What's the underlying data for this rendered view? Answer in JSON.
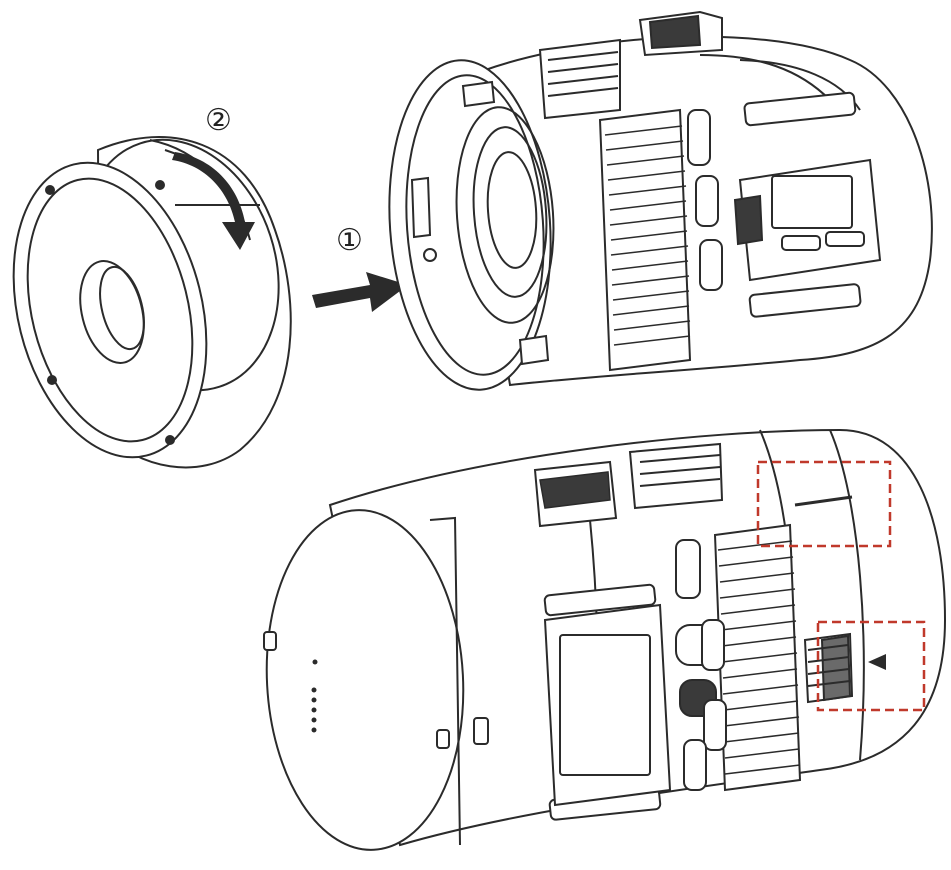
{
  "steps": [
    {
      "label": "①",
      "action": "push-in"
    },
    {
      "label": "②",
      "action": "rotate"
    }
  ],
  "colors": {
    "line": "#2b2b2b",
    "fill": "#ffffff",
    "dark_fill": "#3a3a3a",
    "highlight_box": "#c0392b"
  },
  "icons": {
    "push_arrow": "arrow-right",
    "rotate_arrow": "curved-arrow-down",
    "align_marker": "triangle-left"
  }
}
